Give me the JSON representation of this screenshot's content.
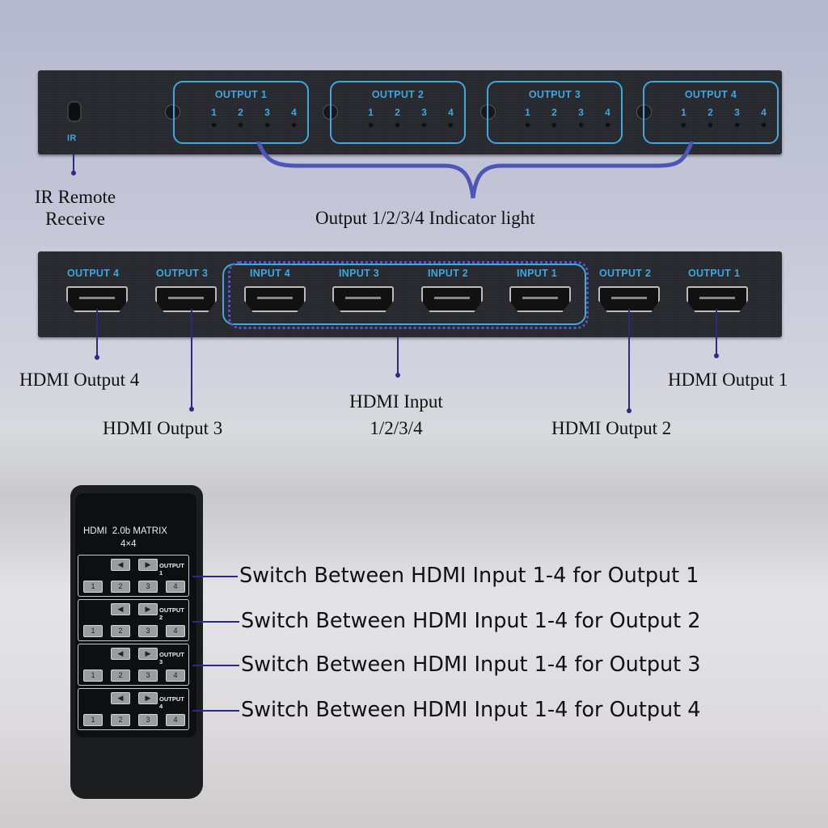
{
  "front_panel": {
    "ir_label": "IR",
    "output_groups": [
      {
        "title": "OUTPUT 1",
        "leds": [
          "1",
          "2",
          "3",
          "4"
        ]
      },
      {
        "title": "OUTPUT 2",
        "leds": [
          "1",
          "2",
          "3",
          "4"
        ]
      },
      {
        "title": "OUTPUT 3",
        "leds": [
          "1",
          "2",
          "3",
          "4"
        ]
      },
      {
        "title": "OUTPUT 4",
        "leds": [
          "1",
          "2",
          "3",
          "4"
        ]
      }
    ],
    "callouts": {
      "ir": [
        "IR Remote",
        "Receive"
      ],
      "indicator": "Output 1/2/3/4 Indicator light"
    }
  },
  "rear_panel": {
    "ports": [
      {
        "label": "OUTPUT 4"
      },
      {
        "label": "OUTPUT 3"
      },
      {
        "label": "INPUT 4"
      },
      {
        "label": "INPUT 3"
      },
      {
        "label": "INPUT 2"
      },
      {
        "label": "INPUT 1"
      },
      {
        "label": "OUTPUT 2"
      },
      {
        "label": "OUTPUT 1"
      }
    ],
    "callouts": {
      "output4": "HDMI Output 4",
      "output3": "HDMI Output 3",
      "input": [
        "HDMI Input",
        "1/2/3/4"
      ],
      "output2": "HDMI Output 2",
      "output1": "HDMI Output 1"
    }
  },
  "remote": {
    "title": "HDMI  2.0b MATRIX",
    "subtitle": "4×4",
    "groups": [
      {
        "label": "OUTPUT 1",
        "keys": [
          "1",
          "2",
          "3",
          "4"
        ],
        "prev": "◀",
        "next": "▶"
      },
      {
        "label": "OUTPUT 2",
        "keys": [
          "1",
          "2",
          "3",
          "4"
        ],
        "prev": "◀",
        "next": "▶"
      },
      {
        "label": "OUTPUT 3",
        "keys": [
          "1",
          "2",
          "3",
          "4"
        ],
        "prev": "◀",
        "next": "▶"
      },
      {
        "label": "OUTPUT 4",
        "keys": [
          "1",
          "2",
          "3",
          "4"
        ],
        "prev": "◀",
        "next": "▶"
      }
    ],
    "callouts": [
      "Switch Between HDMI Input 1-4 for Output 1",
      "Switch Between HDMI Input 1-4 for Output 2",
      "Switch Between HDMI Input 1-4 for Output 3",
      "Switch Between HDMI Input 1-4 for Output 4"
    ]
  },
  "colors": {
    "panel": "#25282d",
    "label_blue": "#3fa6df",
    "callout_line": "#2d2a86",
    "brace": "#4f55b8"
  }
}
